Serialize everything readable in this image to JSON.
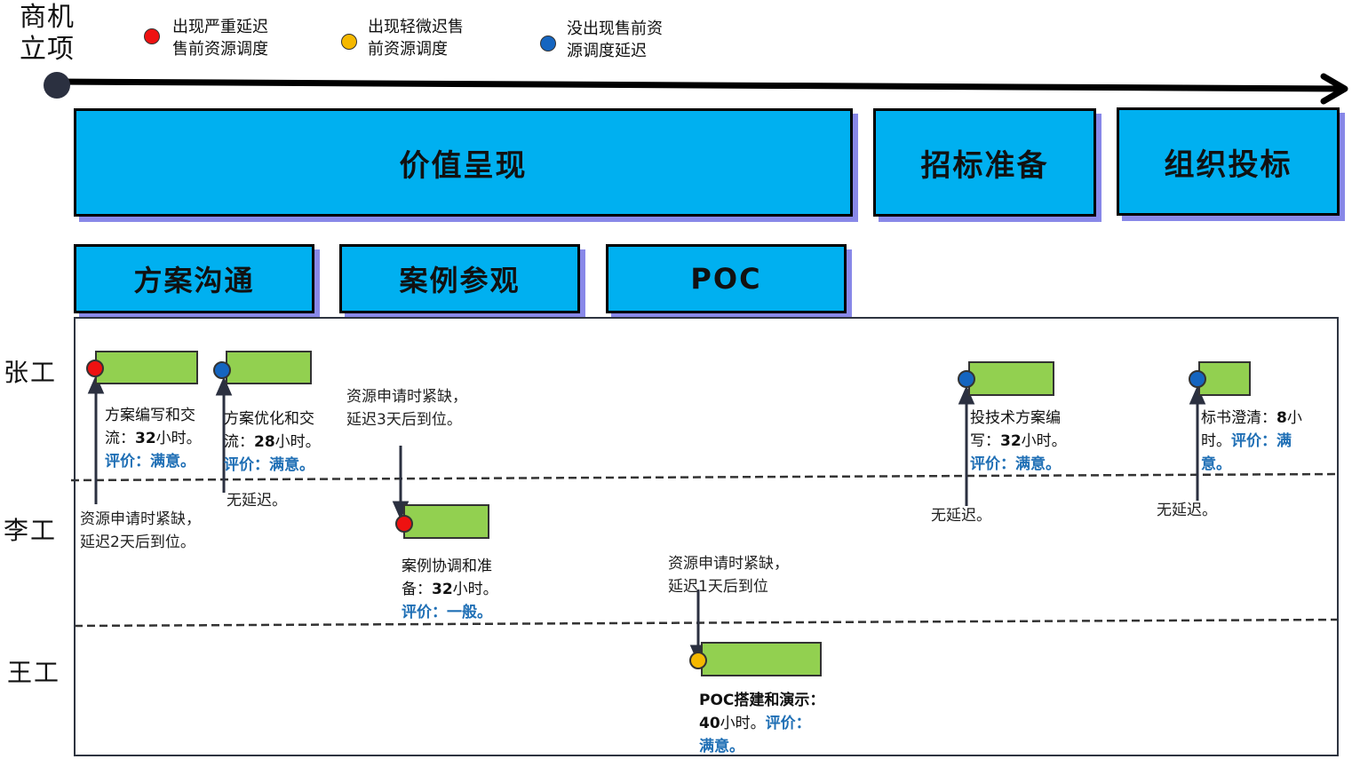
{
  "start": {
    "label_line1": "商机",
    "label_line2": "立项"
  },
  "legend": [
    {
      "color": "#ee1111",
      "line1": "出现严重延迟",
      "line2": "售前资源调度"
    },
    {
      "color": "#f5b800",
      "line1": "出现轻微迟售",
      "line2": "前资源调度"
    },
    {
      "color": "#1565c0",
      "line1": "没出现售前资",
      "line2": "源调度延迟"
    }
  ],
  "phases": [
    "价值呈现",
    "招标准备",
    "组织投标"
  ],
  "subphases": [
    "方案沟通",
    "案例参观",
    "POC"
  ],
  "people": [
    "张工",
    "李工",
    "王工"
  ],
  "colors": {
    "red": "#ee1111",
    "yellow": "#f5b800",
    "blue": "#1565c0",
    "phase": "#00b0f0",
    "task": "#92d050",
    "eval": "#1f6fb5"
  },
  "tasks": [
    {
      "person": "张工",
      "status": "red",
      "desc_l1": "方案编写和交",
      "desc_l2_a": "流：",
      "desc_l2_b": "32",
      "desc_l2_c": "小时。",
      "eval": "评价：满意。",
      "note_l1": "资源申请时紧缺，",
      "note_l2": "延迟2天后到位。"
    },
    {
      "person": "张工",
      "status": "blue",
      "desc_l1": "方案优化和交",
      "desc_l2_a": "流：",
      "desc_l2_b": "28",
      "desc_l2_c": "小时。",
      "eval": "评价：满意。",
      "note_l1": "无延迟。"
    },
    {
      "person": "李工",
      "status": "red",
      "desc_l1": "案例协调和准",
      "desc_l2_a": "备：",
      "desc_l2_b": "32",
      "desc_l2_c": "小时。",
      "eval": "评价：一般。",
      "note_l1": "资源申请时紧缺，",
      "note_l2": "延迟3天后到位。"
    },
    {
      "person": "王工",
      "status": "yellow",
      "desc_l1": "POC搭建和演示：",
      "desc_l2_b": "40",
      "desc_l2_c": "小时。",
      "eval_a": "评价：",
      "eval_b": "满意。",
      "note_l1": "资源申请时紧缺，",
      "note_l2": "延迟1天后到位"
    },
    {
      "person": "张工",
      "status": "blue",
      "desc_l1": "投技术方案编",
      "desc_l2_a": "写：",
      "desc_l2_b": "32",
      "desc_l2_c": "小时。",
      "eval": "评价：满意。",
      "note_l1": "无延迟。"
    },
    {
      "person": "张工",
      "status": "blue",
      "desc_l1_a": "标书澄清：",
      "desc_l1_b": "8",
      "desc_l1_c": "小",
      "desc_l2_c": "时。",
      "eval_a": "评价：满",
      "eval_b": "意。",
      "note_l1": "无延迟。"
    }
  ]
}
